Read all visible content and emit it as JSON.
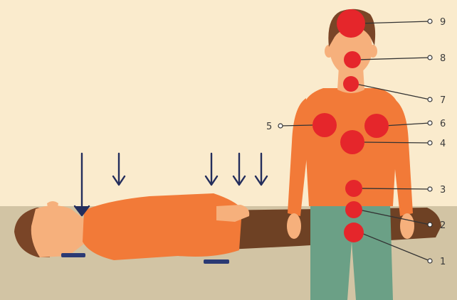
{
  "diagram": {
    "colors": {
      "background": "#faebcd",
      "floor": "#d2c4a4",
      "shirt": "#f27a38",
      "skin": "#f6b07c",
      "hair": "#7a4527",
      "pants": "#6ba086",
      "legs_lying": "#6e4124",
      "point": "#e5262b",
      "arrow": "#232d5c",
      "support_pad": "#2b3a74",
      "leader_line": "#333333"
    },
    "pressure_arrow_count": 5,
    "support_pad_count": 2,
    "points": [
      {
        "id": "9",
        "label": "9",
        "location": "top of head"
      },
      {
        "id": "8",
        "label": "8",
        "location": "face"
      },
      {
        "id": "7",
        "label": "7",
        "location": "neck"
      },
      {
        "id": "6",
        "label": "6",
        "location": "left chest"
      },
      {
        "id": "5",
        "label": "5",
        "location": "right chest"
      },
      {
        "id": "4",
        "label": "4",
        "location": "sternum"
      },
      {
        "id": "3",
        "label": "3",
        "location": "abdomen"
      },
      {
        "id": "2",
        "label": "2",
        "location": "lower abdomen"
      },
      {
        "id": "1",
        "label": "1",
        "location": "groin"
      }
    ]
  }
}
